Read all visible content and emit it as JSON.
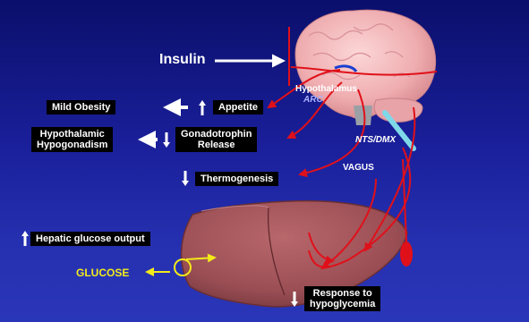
{
  "labels": {
    "insulin": "Insulin",
    "hypothalamus_arc": "Hypothalamus\nARC",
    "hypothalamus": "Hypothalamus",
    "arc": "ARC",
    "nts_dmx": "NTS/DMX",
    "vagus": "VAGUS",
    "mild_obesity": "Mild Obesity",
    "appetite": "Appetite",
    "hypo_hypogonadism_line1": "Hypothalamic",
    "hypo_hypogonadism_line2": "Hypogonadism",
    "gonadotrophin_line1": "Gonadotrophin",
    "gonadotrophin_line2": "Release",
    "thermogenesis": "Thermogenesis",
    "hepatic_glucose_output": "Hepatic glucose output",
    "glucose": "GLUCOSE",
    "response_line1": "Response to",
    "response_line2": "hypoglycemia"
  },
  "colors": {
    "background_top": "#0a0f6b",
    "background_bottom": "#2a36b8",
    "pathway_red": "#e0101a",
    "glucose_yellow": "#f2ea1a",
    "label_box": "#000000",
    "brain_pink": "#f1b3b5",
    "liver_brown": "#9b4f55",
    "vagus_cyan": "#7fd8e8"
  },
  "icons": [
    "up-arrow-icon",
    "down-arrow-icon",
    "white-arrow-left-icon",
    "brain-illustration",
    "liver-illustration",
    "glucose-transporter-icon"
  ]
}
